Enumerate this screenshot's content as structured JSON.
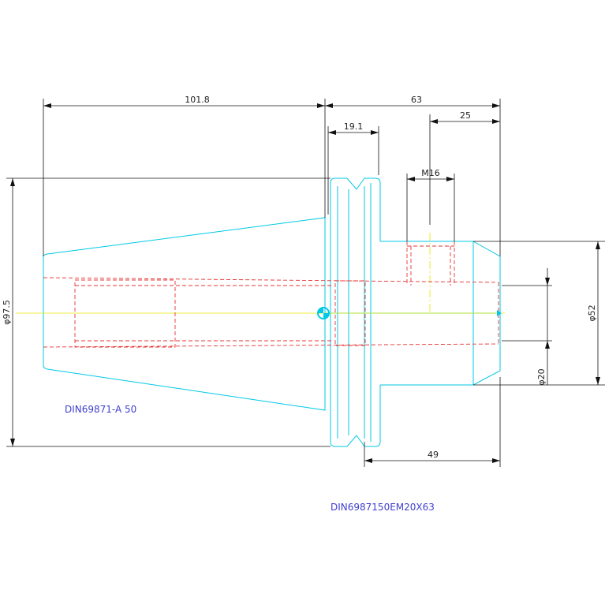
{
  "drawing": {
    "colors": {
      "outline": "#00c8e6",
      "hidden": "#e53333",
      "center": "#e8e800",
      "dimension": "#111111",
      "label": "#4040d0",
      "marker": "#00c8e6"
    },
    "dimensions": {
      "taper_length": "101.8",
      "overall_length": "63",
      "flange_width": "19.1",
      "screw_offset": "25",
      "thread": "M16",
      "shank_length": "49",
      "flange_diameter": "φ97.5",
      "body_diameter": "φ52",
      "bore_diameter": "φ20"
    },
    "labels": {
      "taper_standard": "DIN69871-A 50",
      "part_number": "DIN6987150EM20X63"
    }
  }
}
